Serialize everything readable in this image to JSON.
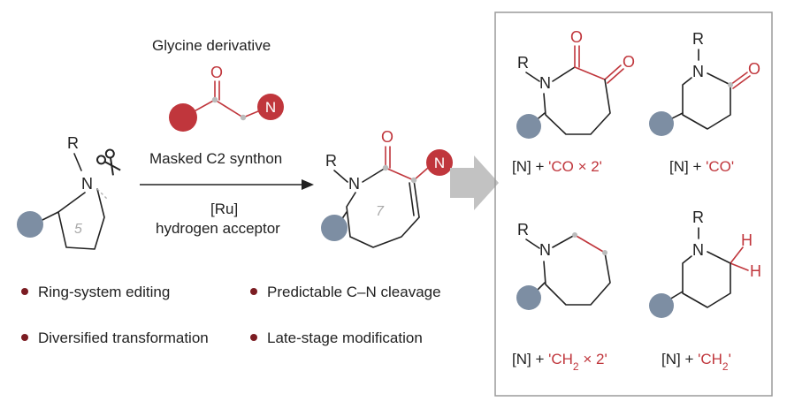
{
  "reagent": {
    "title": "Glycine derivative",
    "caption": "Masked C2 synthon",
    "catalyst": "[Ru]",
    "acceptor": "hydrogen acceptor",
    "atom_O": "O",
    "atom_N": "N"
  },
  "substrate": {
    "atom_R": "R",
    "atom_N": "N",
    "ring_size": "5"
  },
  "product": {
    "atom_R": "R",
    "atom_N": "N",
    "atom_O": "O",
    "atom_Nbadge": "N",
    "ring_size": "7"
  },
  "bullets": [
    "Ring-system editing",
    "Predictable C–N cleavage",
    "Diversified transformation",
    "Late-stage modification"
  ],
  "panel": {
    "p1": {
      "atom_R": "R",
      "atom_N": "N",
      "atom_O1": "O",
      "atom_O2": "O",
      "label_black": "[N] + ",
      "label_red": "'CO × 2'"
    },
    "p2": {
      "atom_R": "R",
      "atom_N": "N",
      "atom_O": "O",
      "label_black": "[N] + ",
      "label_red": "'CO'"
    },
    "p3": {
      "atom_R": "R",
      "atom_N": "N",
      "label_black": "[N] + ",
      "label_red_a": "'CH",
      "label_red_sub": "2",
      "label_red_b": " × 2'"
    },
    "p4": {
      "atom_R": "R",
      "atom_N": "N",
      "atom_H1": "H",
      "atom_H2": "H",
      "label_black": "[N] + ",
      "label_red_a": "'CH",
      "label_red_sub": "2",
      "label_red_b": "'"
    }
  },
  "colors": {
    "accent_red": "#c0363c",
    "substituent_gray": "#7d8ea3",
    "arrow_gray": "#c2c2c2"
  }
}
